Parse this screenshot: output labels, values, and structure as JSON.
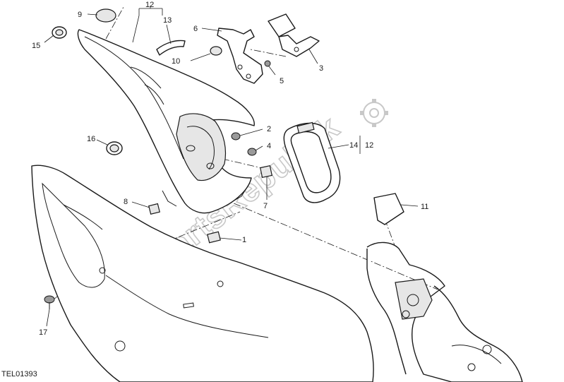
{
  "drawing_code": "TEL01393",
  "watermark": "PartsRepublik",
  "callouts": [
    {
      "id": "1",
      "label": "1"
    },
    {
      "id": "2",
      "label": "2"
    },
    {
      "id": "3",
      "label": "3"
    },
    {
      "id": "4",
      "label": "4"
    },
    {
      "id": "5",
      "label": "5"
    },
    {
      "id": "6",
      "label": "6"
    },
    {
      "id": "7",
      "label": "7"
    },
    {
      "id": "8",
      "label": "8"
    },
    {
      "id": "9",
      "label": "9"
    },
    {
      "id": "10",
      "label": "10"
    },
    {
      "id": "11",
      "label": "11"
    },
    {
      "id": "12",
      "label": "12"
    },
    {
      "id": "12b",
      "label": "12"
    },
    {
      "id": "13",
      "label": "13"
    },
    {
      "id": "14",
      "label": "14"
    },
    {
      "id": "15",
      "label": "15"
    },
    {
      "id": "16",
      "label": "16"
    },
    {
      "id": "17",
      "label": "17"
    }
  ],
  "colors": {
    "line": "#1a1a1a",
    "watermark": "#c8c8c8",
    "background": "#ffffff"
  }
}
